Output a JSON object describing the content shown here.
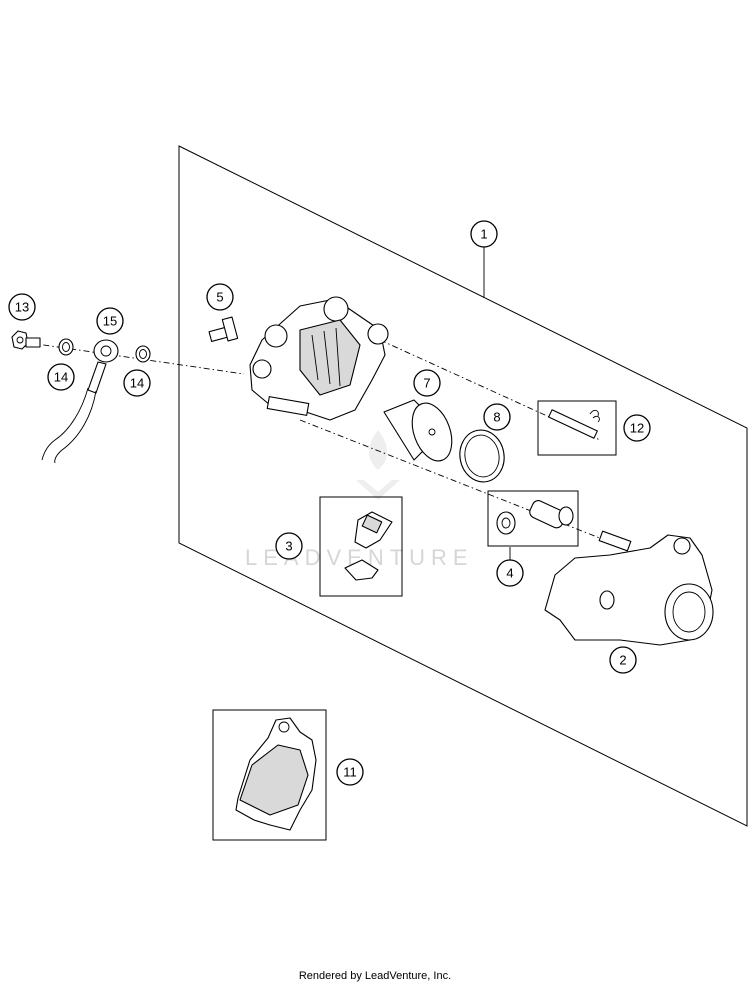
{
  "callouts": [
    {
      "id": "1",
      "label": "1"
    },
    {
      "id": "2",
      "label": "2"
    },
    {
      "id": "3",
      "label": "3"
    },
    {
      "id": "4",
      "label": "4"
    },
    {
      "id": "5",
      "label": "5"
    },
    {
      "id": "7",
      "label": "7"
    },
    {
      "id": "8",
      "label": "8"
    },
    {
      "id": "11",
      "label": "11"
    },
    {
      "id": "12",
      "label": "12"
    },
    {
      "id": "13",
      "label": "13"
    },
    {
      "id": "14a",
      "label": "14"
    },
    {
      "id": "14b",
      "label": "14"
    },
    {
      "id": "15",
      "label": "15"
    }
  ],
  "watermark": "LEADVENTURE",
  "footer": "Rendered by LeadVenture, Inc."
}
